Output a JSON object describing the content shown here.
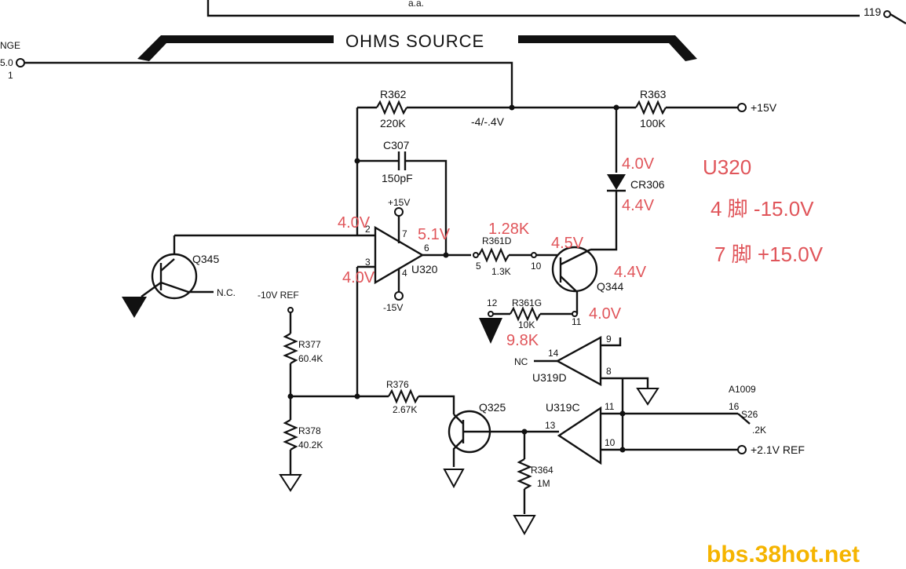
{
  "header": {
    "title": "OHMS SOURCE",
    "top_ref": "119",
    "left_cut_top": "NGE",
    "left_cut_mid": "5.0",
    "left_cut_bot": "1",
    "top_cut_text": "a.a."
  },
  "components": {
    "r362": {
      "ref": "R362",
      "value": "220K"
    },
    "r363": {
      "ref": "R363",
      "value": "100K"
    },
    "c307": {
      "ref": "C307",
      "value": "150pF"
    },
    "cr306": {
      "ref": "CR306"
    },
    "q345": {
      "ref": "Q345"
    },
    "q344": {
      "ref": "Q344"
    },
    "q325": {
      "ref": "Q325"
    },
    "u320": {
      "ref": "U320"
    },
    "r361d": {
      "ref": "R361D",
      "value": "1.3K"
    },
    "r361g": {
      "ref": "R361G",
      "value": "10K"
    },
    "u319d": {
      "ref": "U319D"
    },
    "u319c": {
      "ref": "U319C"
    },
    "r377": {
      "ref": "R377",
      "value": "60.4K"
    },
    "r378": {
      "ref": "R378",
      "value": "40.2K"
    },
    "r376": {
      "ref": "R376",
      "value": "2.67K"
    },
    "r364": {
      "ref": "R364",
      "value": "1M"
    },
    "s26": {
      "ref": "S26",
      "value": ".2K",
      "tag": "A1009"
    }
  },
  "nets": {
    "node_voltage": "-4/-.4V",
    "plus15": "+15V",
    "plus15_pin": "+15V",
    "minus15_pin": "-15V",
    "ref_minus10": "-10V REF",
    "ref_plus2": "+2.1V REF",
    "nc1": "N.C.",
    "nc2": "NC"
  },
  "pins": {
    "u320_in_minus": "2",
    "u320_in_plus": "3",
    "u320_vplus": "7",
    "u320_vminus": "4",
    "u320_out": "6",
    "r361d_a": "5",
    "r361d_b": "10",
    "r361g_a": "12",
    "r361g_b": "11",
    "u319d_in": "14",
    "u319d_p9": "9",
    "u319d_p8": "8",
    "u319c_in": "13",
    "u319c_p11": "11",
    "u319c_p10": "10",
    "s26_pin": "16"
  },
  "annotations": {
    "v_cr306_top": "4.0V",
    "v_cr306_bot": "4.4V",
    "u320_title": "U320",
    "u320_pin4": "4 脚 -15.0V",
    "u320_pin7": "7 脚 +15.0V",
    "v_pin2": "4.0V",
    "v_pin3": "4.0V",
    "v_out": "5.1V",
    "r_meas": "1.28K",
    "v_q344_base": "4.5V",
    "v_q344_emit": "4.4V",
    "v_pin11": "4.0V",
    "r_meas2": "9.8K"
  },
  "watermark": "bbs.38hot.net",
  "colors": {
    "ink": "#111111",
    "annotation": "#e0555a",
    "watermark": "#f5b400"
  }
}
